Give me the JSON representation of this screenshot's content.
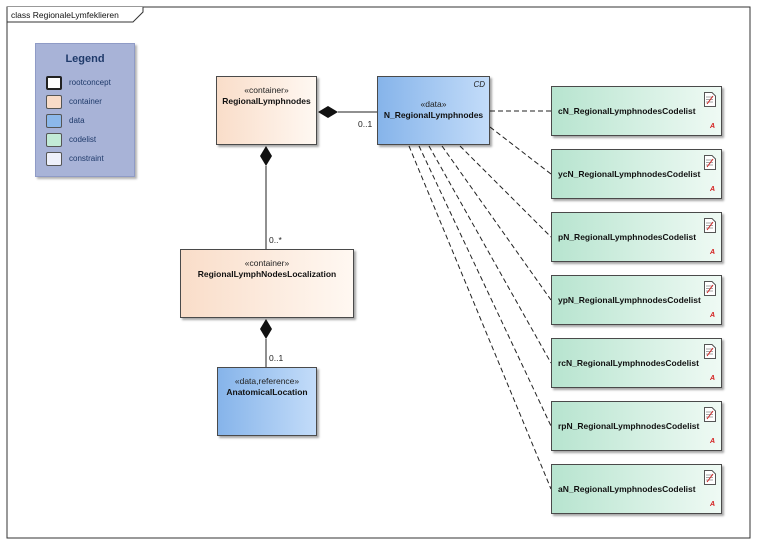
{
  "frame": {
    "title": "class RegionaleLymfeklieren"
  },
  "legend": {
    "title": "Legend",
    "items": [
      {
        "label": "rootconcept",
        "color": "#ffffff"
      },
      {
        "label": "container",
        "color": "#f9dcc8"
      },
      {
        "label": "data",
        "color": "#8cb8ea"
      },
      {
        "label": "codelist",
        "color": "#c2ead6"
      },
      {
        "label": "constraint",
        "color": "#eef0fa"
      }
    ]
  },
  "classes": {
    "regional_lymphnodes": {
      "stereotype": "«container»",
      "name": "RegionalLymphnodes"
    },
    "n_regional_lymphnodes": {
      "stereotype": "«data»",
      "name": "N_RegionalLymphnodes",
      "tag": "CD"
    },
    "localization": {
      "stereotype": "«container»",
      "name": "RegionalLymphNodesLocalization"
    },
    "anatomical_location": {
      "stereotype": "«data,reference»",
      "name": "AnatomicalLocation"
    }
  },
  "codelists": [
    {
      "name": "cN_RegionalLymphnodesCodelist",
      "mark": "A"
    },
    {
      "name": "ycN_RegionalLymphnodesCodelist",
      "mark": "A"
    },
    {
      "name": "pN_RegionalLymphnodesCodelist",
      "mark": "A"
    },
    {
      "name": "ypN_RegionalLymphnodesCodelist",
      "mark": "A"
    },
    {
      "name": "rcN_RegionalLymphnodesCodelist",
      "mark": "A"
    },
    {
      "name": "rpN_RegionalLymphnodesCodelist",
      "mark": "A"
    },
    {
      "name": "aN_RegionalLymphnodesCodelist",
      "mark": "A"
    }
  ],
  "multiplicities": {
    "n_regional": "0..1",
    "localization": "0..*",
    "anatomical": "0..1"
  }
}
